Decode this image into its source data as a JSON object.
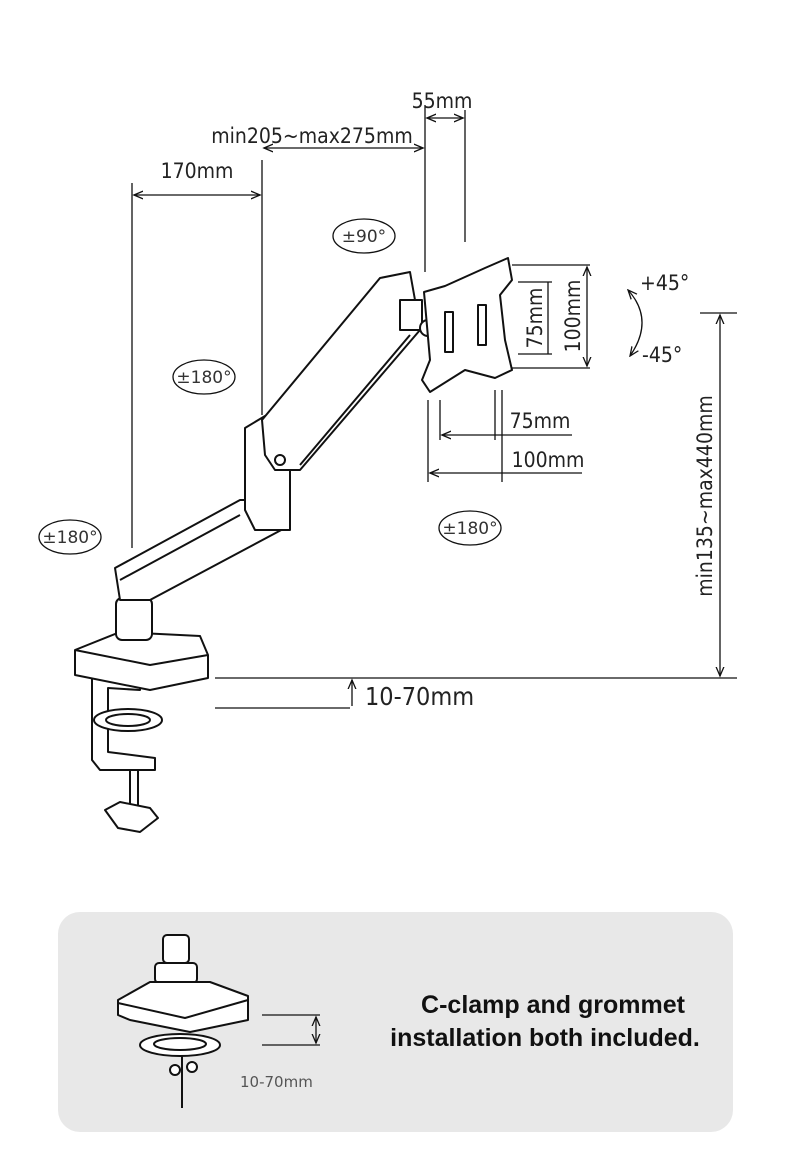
{
  "dimensions": {
    "pivot_offset": "55mm",
    "second_arm": "min205~max275mm",
    "first_arm": "170mm",
    "vesa_height_small": "75mm",
    "vesa_height_large": "100mm",
    "vesa_width_small": "75mm",
    "vesa_width_large": "100mm",
    "height_range": "min135~max440mm",
    "desk_thickness": "10-70mm"
  },
  "rotations": {
    "rotation_plate": "±90°",
    "elbow_swivel": "±180°",
    "base_swivel": "±180°",
    "head_swivel": "±180°",
    "tilt_up": "+45°",
    "tilt_down": "-45°"
  },
  "panel": {
    "headline_line1": "C-clamp and grommet",
    "headline_line2": "installation both included.",
    "desk_thickness": "10-70mm",
    "background": "#e8e8e8"
  }
}
